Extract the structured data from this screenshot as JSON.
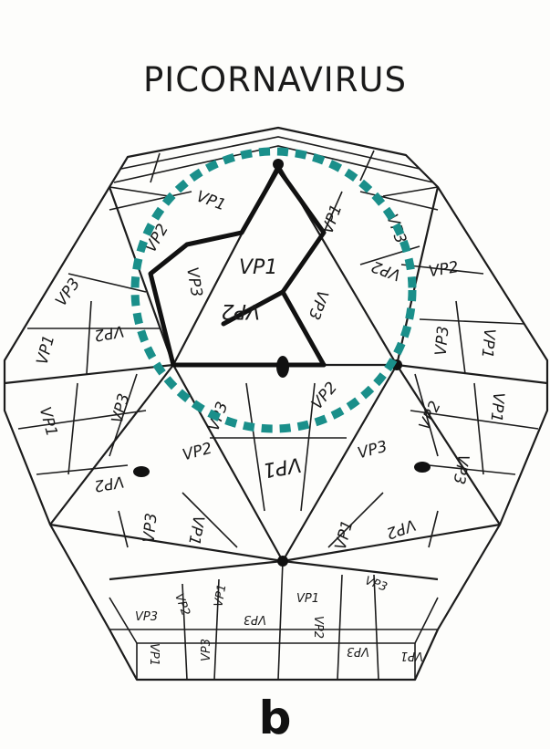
{
  "figure": {
    "title": "PICORNAVIRUS",
    "panel_letter": "b",
    "highlight_color": "#1a8f8a",
    "labels": {
      "vp1": "VP1",
      "vp2": "VP2",
      "vp3": "VP3"
    }
  }
}
